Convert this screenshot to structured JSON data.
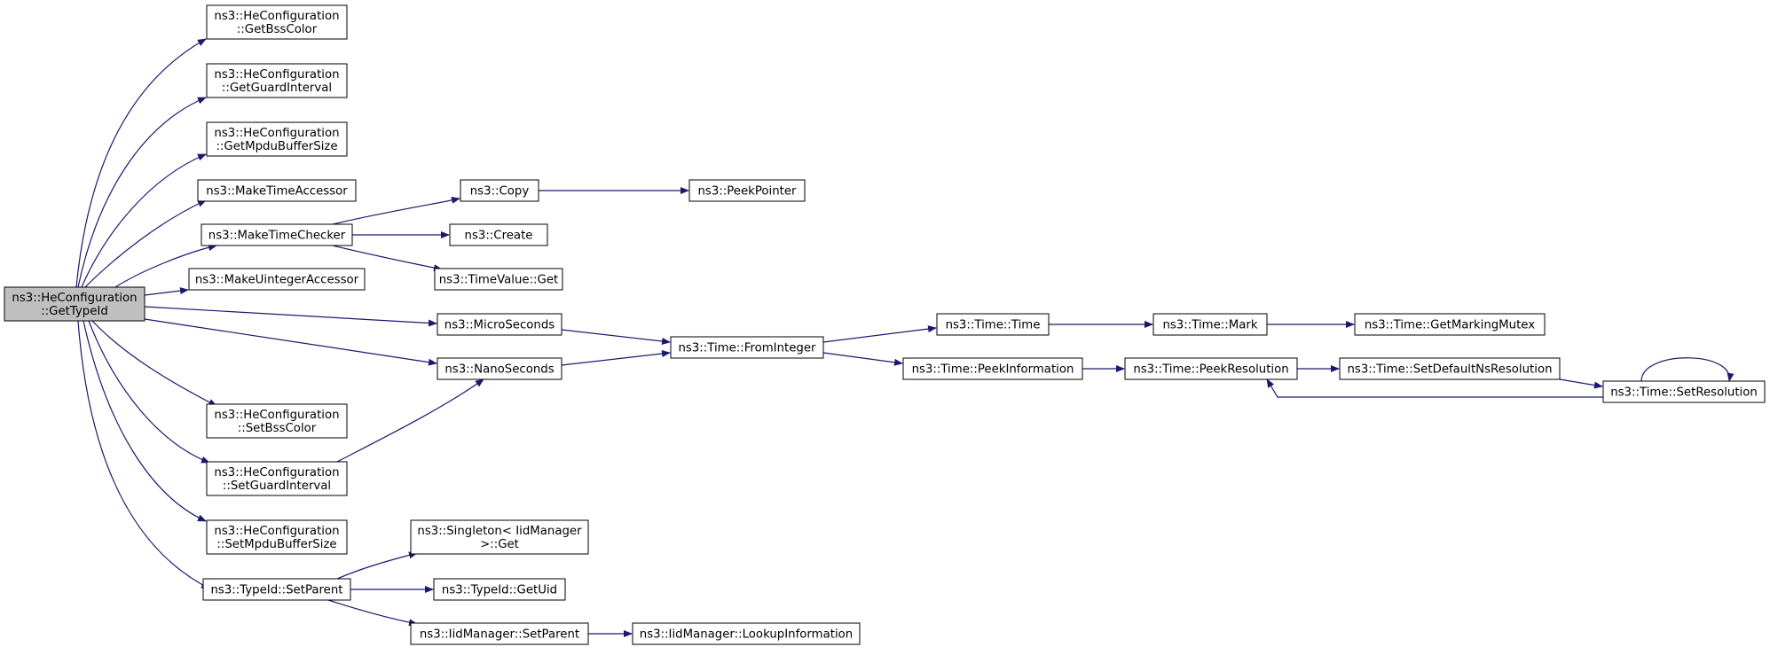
{
  "colors": {
    "edge": "#191970",
    "node_border": "#000000",
    "node_fill": "#ffffff",
    "root_fill": "#bfbfbf",
    "text": "#000000"
  },
  "nodes": [
    {
      "id": "getTypeId",
      "lines": [
        "ns3::HeConfiguration",
        "::GetTypeId"
      ],
      "root": true
    },
    {
      "id": "getBssColor",
      "lines": [
        "ns3::HeConfiguration",
        "::GetBssColor"
      ]
    },
    {
      "id": "getGuardInterval",
      "lines": [
        "ns3::HeConfiguration",
        "::GetGuardInterval"
      ]
    },
    {
      "id": "getMpduBufferSize",
      "lines": [
        "ns3::HeConfiguration",
        "::GetMpduBufferSize"
      ]
    },
    {
      "id": "makeTimeAccessor",
      "lines": [
        "ns3::MakeTimeAccessor"
      ]
    },
    {
      "id": "makeTimeChecker",
      "lines": [
        "ns3::MakeTimeChecker"
      ]
    },
    {
      "id": "makeUintegerAccessor",
      "lines": [
        "ns3::MakeUintegerAccessor"
      ]
    },
    {
      "id": "setBssColor",
      "lines": [
        "ns3::HeConfiguration",
        "::SetBssColor"
      ]
    },
    {
      "id": "setGuardInterval",
      "lines": [
        "ns3::HeConfiguration",
        "::SetGuardInterval"
      ]
    },
    {
      "id": "setMpduBufferSize",
      "lines": [
        "ns3::HeConfiguration",
        "::SetMpduBufferSize"
      ]
    },
    {
      "id": "typeIdSetParent",
      "lines": [
        "ns3::TypeId::SetParent"
      ]
    },
    {
      "id": "copy",
      "lines": [
        "ns3::Copy"
      ]
    },
    {
      "id": "peekPointer",
      "lines": [
        "ns3::PeekPointer"
      ]
    },
    {
      "id": "create",
      "lines": [
        "ns3::Create"
      ]
    },
    {
      "id": "timeValueGet",
      "lines": [
        "ns3::TimeValue::Get"
      ]
    },
    {
      "id": "microSeconds",
      "lines": [
        "ns3::MicroSeconds"
      ]
    },
    {
      "id": "nanoSeconds",
      "lines": [
        "ns3::NanoSeconds"
      ]
    },
    {
      "id": "fromInteger",
      "lines": [
        "ns3::Time::FromInteger"
      ]
    },
    {
      "id": "timeTime",
      "lines": [
        "ns3::Time::Time"
      ]
    },
    {
      "id": "timeMark",
      "lines": [
        "ns3::Time::Mark"
      ]
    },
    {
      "id": "getMarkingMutex",
      "lines": [
        "ns3::Time::GetMarkingMutex"
      ]
    },
    {
      "id": "peekInformation",
      "lines": [
        "ns3::Time::PeekInformation"
      ]
    },
    {
      "id": "peekResolution",
      "lines": [
        "ns3::Time::PeekResolution"
      ]
    },
    {
      "id": "setDefaultNsResolution",
      "lines": [
        "ns3::Time::SetDefaultNsResolution"
      ]
    },
    {
      "id": "setResolution",
      "lines": [
        "ns3::Time::SetResolution"
      ]
    },
    {
      "id": "singletonGet",
      "lines": [
        "ns3::Singleton< IidManager",
        " >::Get"
      ]
    },
    {
      "id": "typeIdGetUid",
      "lines": [
        "ns3::TypeId::GetUid"
      ]
    },
    {
      "id": "iidSetParent",
      "lines": [
        "ns3::IidManager::SetParent"
      ]
    },
    {
      "id": "lookupInformation",
      "lines": [
        "ns3::IidManager::LookupInformation"
      ]
    }
  ],
  "edges": [
    {
      "from": "getTypeId",
      "to": "getBssColor"
    },
    {
      "from": "getTypeId",
      "to": "getGuardInterval"
    },
    {
      "from": "getTypeId",
      "to": "getMpduBufferSize"
    },
    {
      "from": "getTypeId",
      "to": "makeTimeAccessor"
    },
    {
      "from": "getTypeId",
      "to": "makeTimeChecker"
    },
    {
      "from": "getTypeId",
      "to": "makeUintegerAccessor"
    },
    {
      "from": "getTypeId",
      "to": "microSeconds"
    },
    {
      "from": "getTypeId",
      "to": "nanoSeconds"
    },
    {
      "from": "getTypeId",
      "to": "setBssColor"
    },
    {
      "from": "getTypeId",
      "to": "setGuardInterval"
    },
    {
      "from": "getTypeId",
      "to": "setMpduBufferSize"
    },
    {
      "from": "getTypeId",
      "to": "typeIdSetParent"
    },
    {
      "from": "makeTimeChecker",
      "to": "copy"
    },
    {
      "from": "makeTimeChecker",
      "to": "create"
    },
    {
      "from": "makeTimeChecker",
      "to": "timeValueGet"
    },
    {
      "from": "copy",
      "to": "peekPointer"
    },
    {
      "from": "setGuardInterval",
      "to": "nanoSeconds"
    },
    {
      "from": "microSeconds",
      "to": "fromInteger"
    },
    {
      "from": "nanoSeconds",
      "to": "fromInteger"
    },
    {
      "from": "fromInteger",
      "to": "timeTime"
    },
    {
      "from": "fromInteger",
      "to": "peekInformation"
    },
    {
      "from": "timeTime",
      "to": "timeMark"
    },
    {
      "from": "timeMark",
      "to": "getMarkingMutex"
    },
    {
      "from": "peekInformation",
      "to": "peekResolution"
    },
    {
      "from": "peekResolution",
      "to": "setDefaultNsResolution"
    },
    {
      "from": "setDefaultNsResolution",
      "to": "setResolution"
    },
    {
      "from": "setResolution",
      "to": "peekResolution"
    },
    {
      "from": "setResolution",
      "to": "setResolution"
    },
    {
      "from": "typeIdSetParent",
      "to": "singletonGet"
    },
    {
      "from": "typeIdSetParent",
      "to": "typeIdGetUid"
    },
    {
      "from": "typeIdSetParent",
      "to": "iidSetParent"
    },
    {
      "from": "iidSetParent",
      "to": "lookupInformation"
    }
  ]
}
